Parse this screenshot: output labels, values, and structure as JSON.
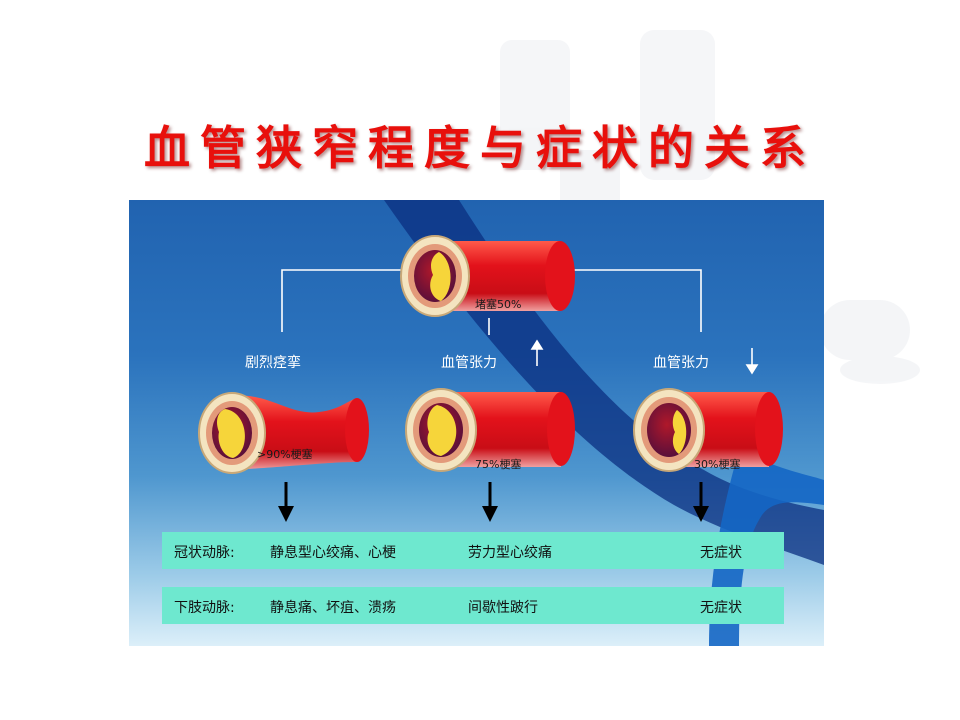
{
  "title": "血管狭窄程度与症状的关系",
  "diagram": {
    "top_vessel_label": "堵塞50%",
    "branches": [
      {
        "heading": "剧烈痉挛",
        "vessel_label": ">90%梗塞"
      },
      {
        "heading": "血管张力",
        "arrow": "↑",
        "vessel_label": "75%梗塞"
      },
      {
        "heading": "血管张力",
        "arrow": "↓",
        "vessel_label": "30%梗塞"
      }
    ],
    "rows": [
      {
        "name": "冠状动脉:",
        "values": [
          "静息型心绞痛、心梗",
          "劳力型心绞痛",
          "无症状"
        ]
      },
      {
        "name": "下肢动脉:",
        "values": [
          "静息痛、坏疽、溃疡",
          "间歇性跛行",
          "无症状"
        ]
      }
    ]
  },
  "colors": {
    "title": "#e8100c",
    "vessel_red": "#e3121b",
    "plaque_yellow": "#f6d53a",
    "row_highlight": "#6ee8cf",
    "panel_blue": "#2163b0"
  }
}
